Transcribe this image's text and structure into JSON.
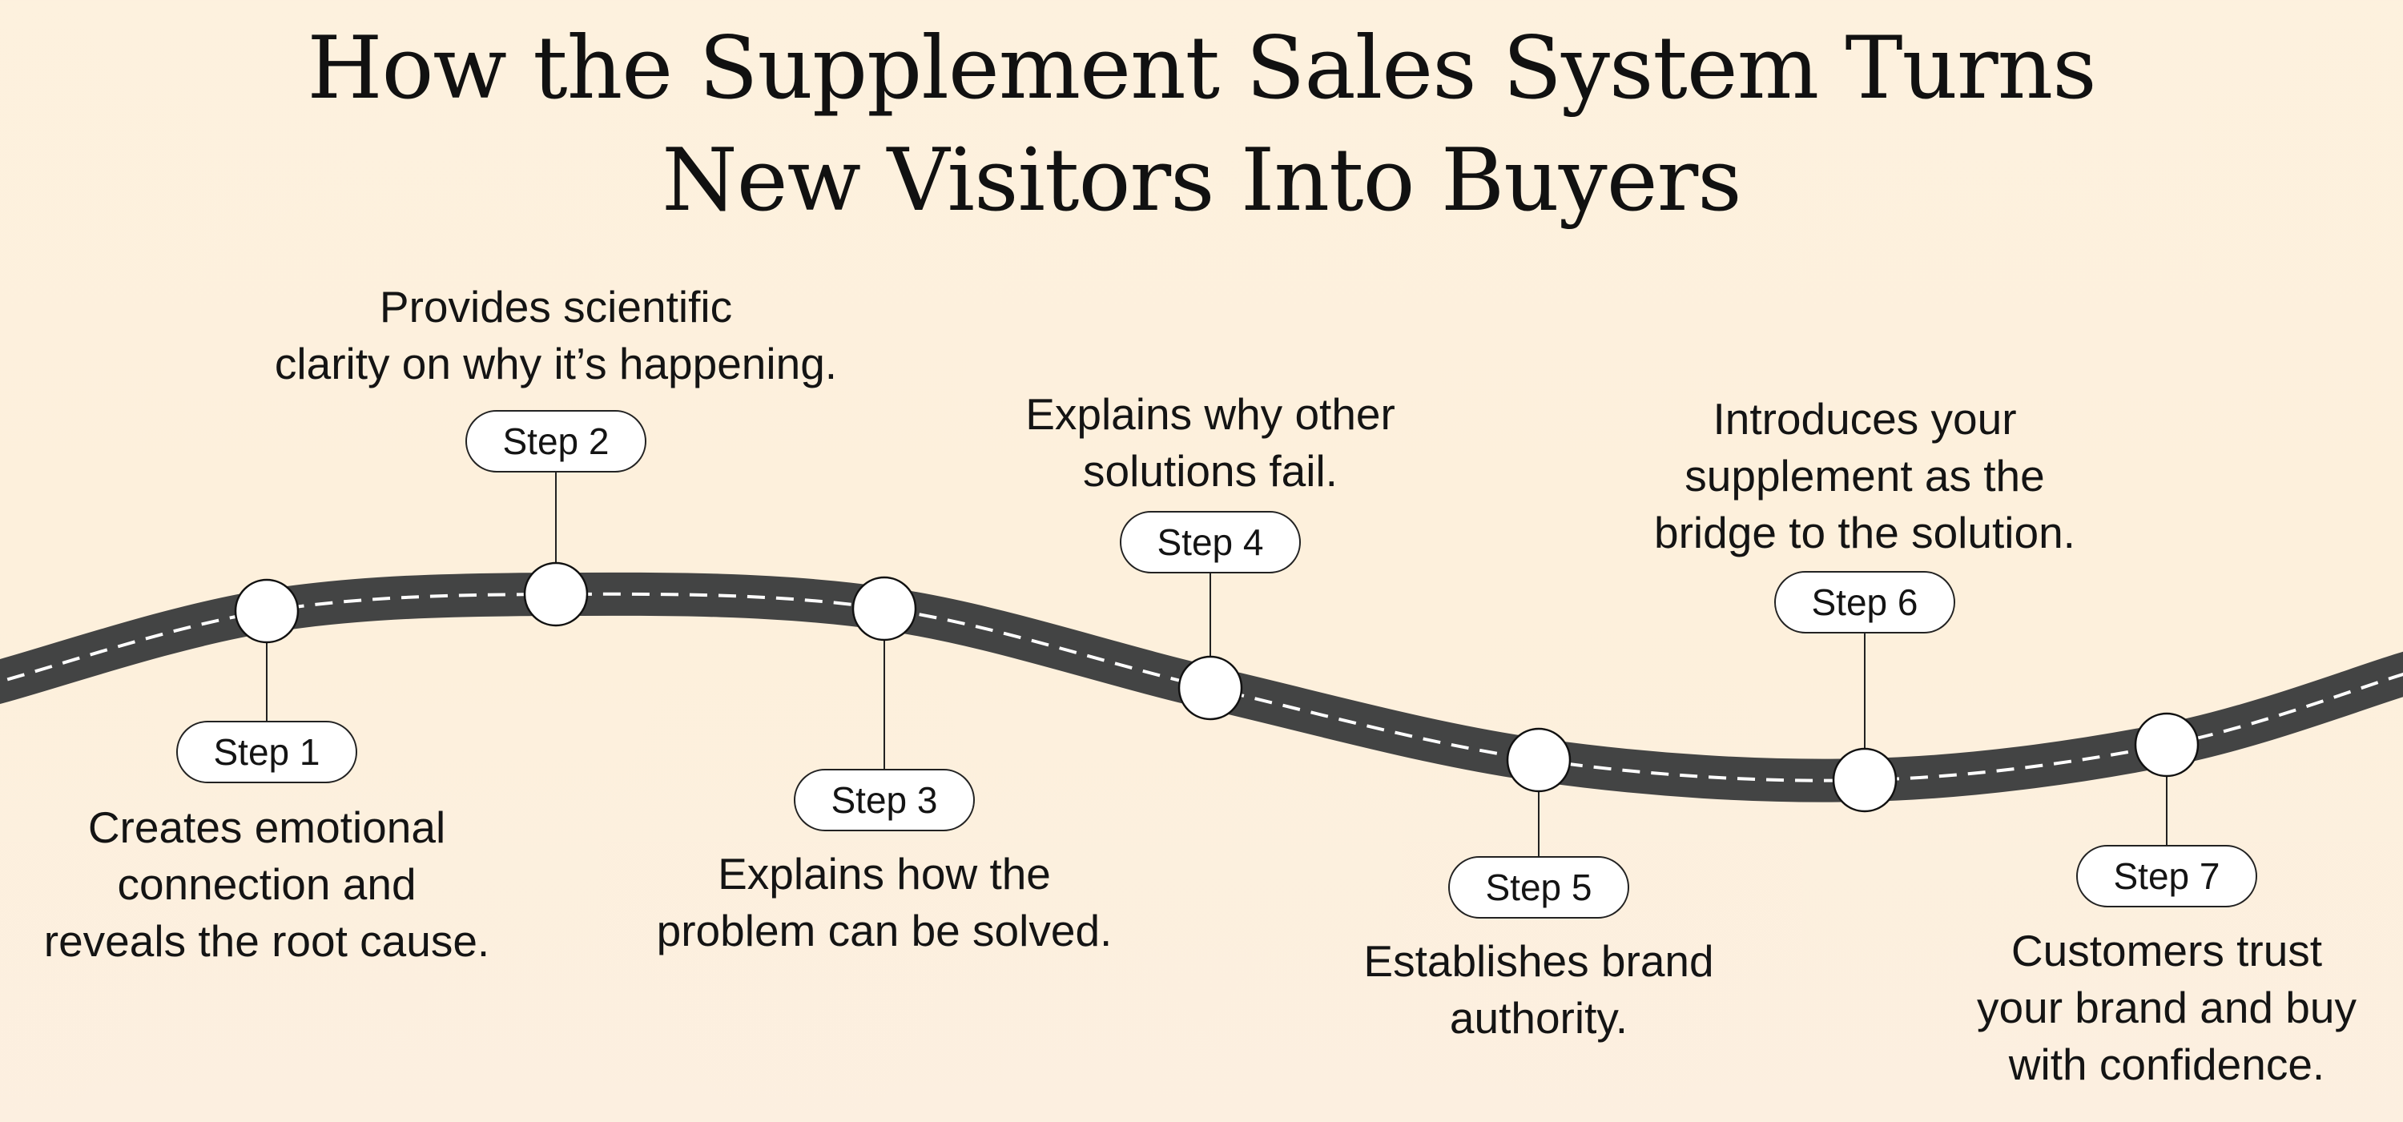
{
  "title": {
    "line1": "How the Supplement Sales System Turns",
    "line2": "New Visitors Into Buyers"
  },
  "colors": {
    "background": "#fdf0dc",
    "road": "#434444",
    "node": "#ffffff"
  },
  "steps": [
    {
      "label": "Step 1",
      "lines": [
        "Creates emotional",
        "connection and",
        "reveals the root cause."
      ]
    },
    {
      "label": "Step 2",
      "lines": [
        "Provides scientific",
        "clarity on why it’s happening."
      ]
    },
    {
      "label": "Step 3",
      "lines": [
        "Explains how the",
        "problem can be solved."
      ]
    },
    {
      "label": "Step 4",
      "lines": [
        "Explains why other",
        "solutions fail."
      ]
    },
    {
      "label": "Step 5",
      "lines": [
        "Establishes brand",
        "authority."
      ]
    },
    {
      "label": "Step 6",
      "lines": [
        "Introduces your",
        "supplement as the",
        "bridge to the solution."
      ]
    },
    {
      "label": "Step 7",
      "lines": [
        "Customers trust",
        "your brand and buy",
        "with confidence."
      ]
    }
  ]
}
